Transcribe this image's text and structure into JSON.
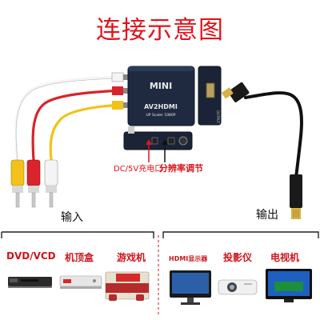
{
  "title": "连接示意图",
  "device": {
    "brand": "MINI",
    "model": "AV2HDMI",
    "subtitle": "UP Scaler 1080P",
    "port_label": "OUTPUT"
  },
  "annotations": {
    "power_label": "DC/5V充电口",
    "resolution_label": "分辨率调节",
    "input_label": "输入",
    "output_label": "输出"
  },
  "sources": {
    "dvd": "DVD/VCD",
    "stb": "机顶盒",
    "game": "游戏机"
  },
  "displays": {
    "hdmi_monitor": "HDMI显示器",
    "projector": "投影仪",
    "tv": "电视机"
  },
  "colors": {
    "accent_red": "#e0141c",
    "rca_yellow": "#f2c21a",
    "rca_red": "#d8242a",
    "rca_white": "#f4f4f4",
    "device_body": "#1f2a40",
    "cable_black": "#111111"
  },
  "icons": [
    "rca-plug-icon",
    "hdmi-plug-icon",
    "arrow-up-icon",
    "dvd-player-icon",
    "set-top-box-icon",
    "game-console-icon",
    "monitor-icon",
    "projector-icon",
    "tv-icon"
  ]
}
